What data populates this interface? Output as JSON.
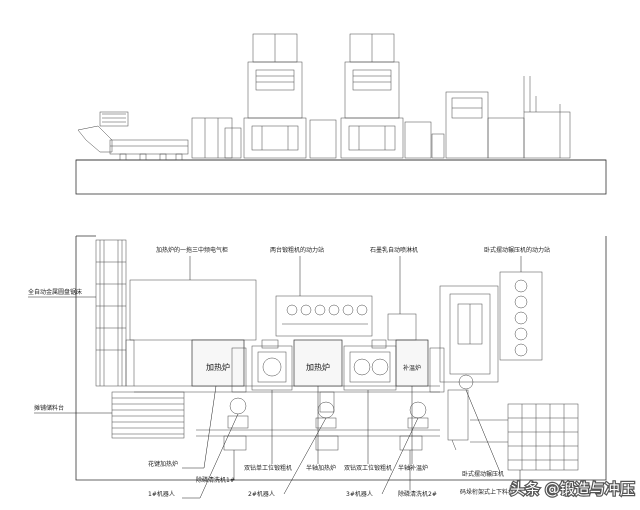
{
  "labels": {
    "l1": "加热炉的一拖三中频电气柜",
    "l2": "两台锻粗机的动力站",
    "l3": "石墨乳自动喷淋机",
    "l4": "卧式摆动辗压机的动力站",
    "l5": "全自动金属圆盘锯床",
    "l6": "摊铺储料台",
    "l7": "花键加热炉",
    "l8": "1#机器人",
    "l9": "除磷清洗机1#",
    "l10": "双钻单工位锻粗机",
    "l11": "2#机器人",
    "l12": "半轴加热炉",
    "l13": "双钻双工位锻粗机",
    "l14": "3#机器人",
    "l15": "半轴补温炉",
    "l16": "除磷清洗机2#",
    "l17": "卧式摆动辗压机",
    "l18": "码垛桁架式上下料机"
  },
  "furnace": {
    "f1": "加热炉",
    "f2": "加热炉",
    "f3": "补温炉"
  },
  "watermark": "头条 @锻造与冲压",
  "colors": {
    "line": "#333333",
    "bg": "#ffffff"
  }
}
